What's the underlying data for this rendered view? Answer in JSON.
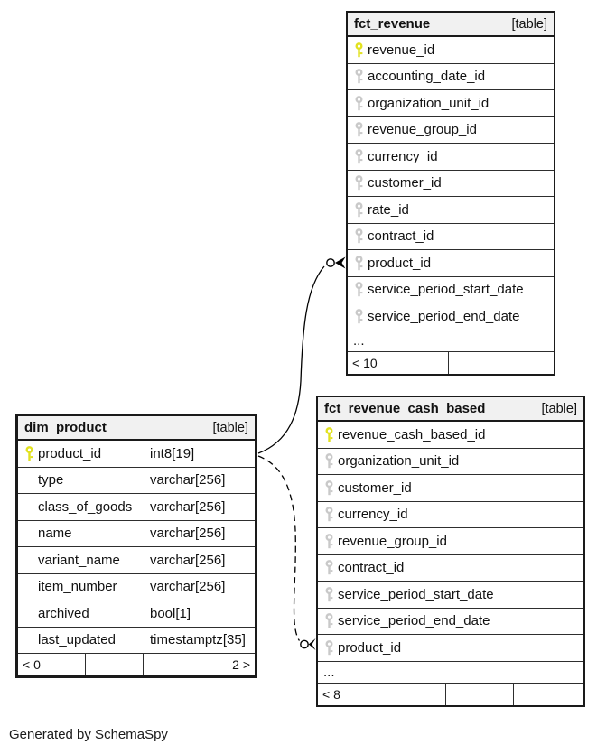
{
  "credit": "Generated by SchemaSpy",
  "colors": {
    "primary_key": "#e2e21f",
    "foreign_key": "#c9c9c9",
    "header_bg": "#f1f1f1",
    "border": "#1a1a1a",
    "line": "#000000"
  },
  "tables": [
    {
      "id": "fct_revenue",
      "name": "fct_revenue",
      "badge": "[table]",
      "columns": [
        {
          "name": "revenue_id",
          "key": "primary"
        },
        {
          "name": "accounting_date_id",
          "key": "foreign"
        },
        {
          "name": "organization_unit_id",
          "key": "foreign"
        },
        {
          "name": "revenue_group_id",
          "key": "foreign"
        },
        {
          "name": "currency_id",
          "key": "foreign"
        },
        {
          "name": "customer_id",
          "key": "foreign"
        },
        {
          "name": "rate_id",
          "key": "foreign"
        },
        {
          "name": "contract_id",
          "key": "foreign"
        },
        {
          "name": "product_id",
          "key": "foreign"
        },
        {
          "name": "service_period_start_date",
          "key": "foreign"
        },
        {
          "name": "service_period_end_date",
          "key": "foreign"
        }
      ],
      "ellipsis": "...",
      "footer": [
        "< 10",
        "",
        ""
      ]
    },
    {
      "id": "dim_product",
      "name": "dim_product",
      "badge": "[table]",
      "columns": [
        {
          "name": "product_id",
          "key": "primary",
          "type": "int8[19]"
        },
        {
          "name": "type",
          "type": "varchar[256]"
        },
        {
          "name": "class_of_goods",
          "type": "varchar[256]"
        },
        {
          "name": "name",
          "type": "varchar[256]"
        },
        {
          "name": "variant_name",
          "type": "varchar[256]"
        },
        {
          "name": "item_number",
          "type": "varchar[256]"
        },
        {
          "name": "archived",
          "type": "bool[1]"
        },
        {
          "name": "last_updated",
          "type": "timestamptz[35]"
        }
      ],
      "footer": [
        "< 0",
        "",
        "2 >"
      ]
    },
    {
      "id": "fct_revenue_cash_based",
      "name": "fct_revenue_cash_based",
      "badge": "[table]",
      "columns": [
        {
          "name": "revenue_cash_based_id",
          "key": "primary"
        },
        {
          "name": "organization_unit_id",
          "key": "foreign"
        },
        {
          "name": "customer_id",
          "key": "foreign"
        },
        {
          "name": "currency_id",
          "key": "foreign"
        },
        {
          "name": "revenue_group_id",
          "key": "foreign"
        },
        {
          "name": "contract_id",
          "key": "foreign"
        },
        {
          "name": "service_period_start_date",
          "key": "foreign"
        },
        {
          "name": "service_period_end_date",
          "key": "foreign"
        },
        {
          "name": "product_id",
          "key": "foreign"
        }
      ],
      "ellipsis": "...",
      "footer": [
        "< 8",
        "",
        ""
      ]
    }
  ],
  "relationships": [
    {
      "from_table": "dim_product",
      "from_column": "product_id",
      "to_table": "fct_revenue",
      "to_column": "product_id",
      "style": "solid"
    },
    {
      "from_table": "dim_product",
      "from_column": "product_id",
      "to_table": "fct_revenue_cash_based",
      "to_column": "product_id",
      "style": "dashed"
    }
  ]
}
